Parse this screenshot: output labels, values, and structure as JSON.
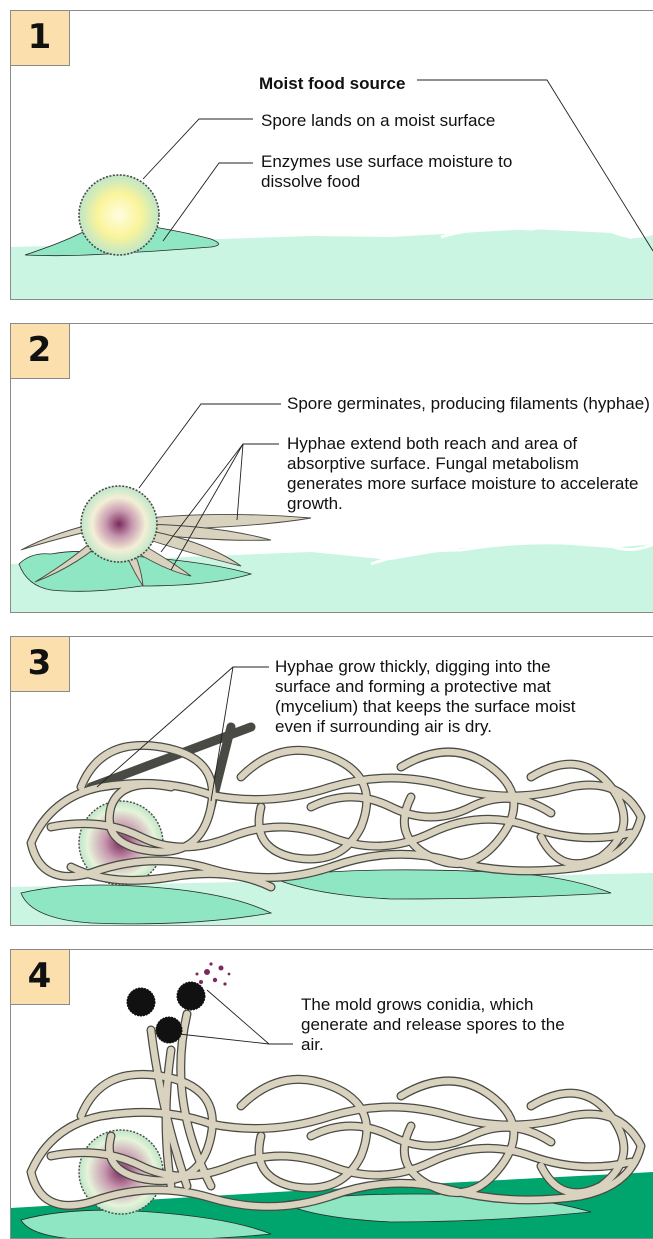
{
  "panels": [
    {
      "number": "1",
      "title": "Moist food source",
      "labels": [
        "Spore lands on a moist surface",
        "Enzymes use surface moisture to dissolve food"
      ]
    },
    {
      "number": "2",
      "labels": [
        "Spore germinates, producing filaments (hyphae)",
        "Hyphae extend both reach and area of absorptive surface. Fungal metabolism generates more surface moisture to accelerate growth."
      ]
    },
    {
      "number": "3",
      "labels": [
        "Hyphae grow thickly, digging into the surface and forming a protective mat (mycelium) that keeps the surface moist even if surrounding air is dry."
      ]
    },
    {
      "number": "4",
      "labels": [
        "The mold grows conidia, which generate and release spores to the air."
      ]
    }
  ],
  "colors": {
    "moisture": "#c9f5e2",
    "moisture_strong": "#8fe6c3",
    "food_surface": "#00a56e",
    "hyphae": "#d8d2bf",
    "hyphae_outline": "#4a4a44",
    "spore_center": "#fbf7b0",
    "spore_purple": "#7a2a5c",
    "badge": "#fbe0ae",
    "conidia": "#111111"
  }
}
